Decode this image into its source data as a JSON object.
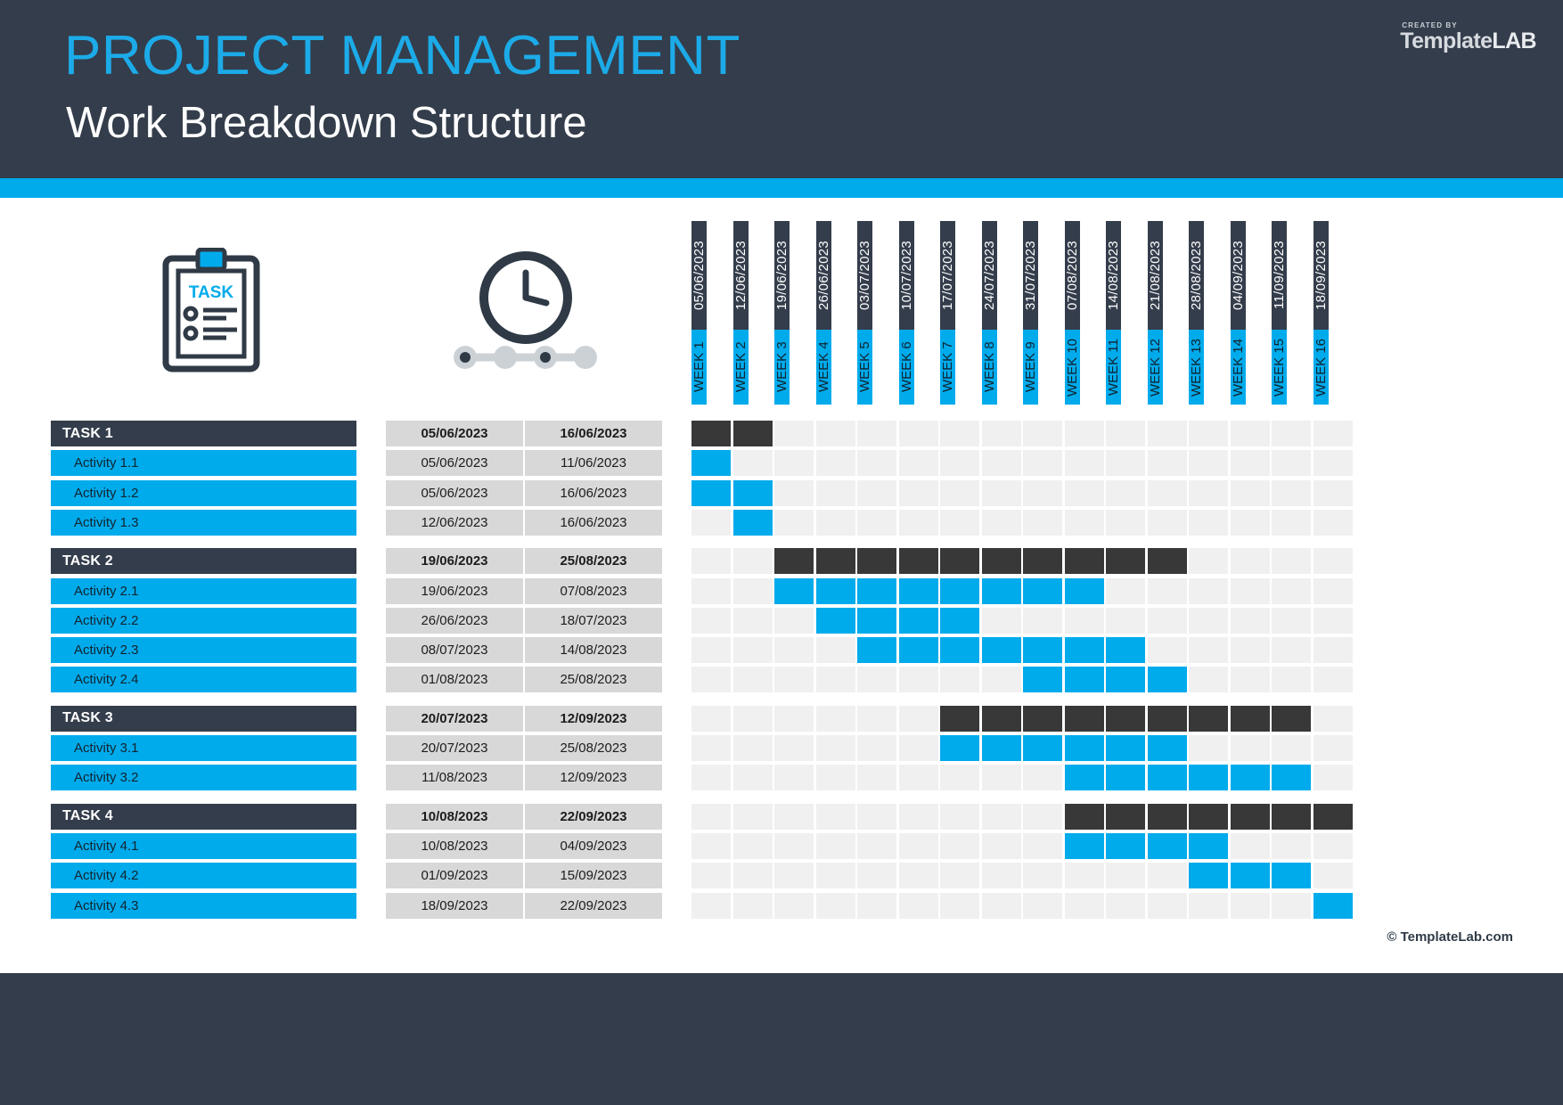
{
  "header": {
    "title": "PROJECT MANAGEMENT",
    "subtitle": "Work Breakdown Structure",
    "brand_created": "CREATED BY",
    "brand_name": "Template",
    "brand_name_accent": "LAB",
    "accent_color": "#00abec",
    "bg_color": "#343d4b"
  },
  "illustrations": {
    "clipboard_label": "TASK",
    "clipboard_icon": "clipboard-task-icon",
    "clock_icon": "clock-timeline-icon"
  },
  "calendar": {
    "dates": [
      "05/06/2023",
      "12/06/2023",
      "19/06/2023",
      "26/06/2023",
      "03/07/2023",
      "10/07/2023",
      "17/07/2023",
      "24/07/2023",
      "31/07/2023",
      "07/08/2023",
      "14/08/2023",
      "21/08/2023",
      "28/08/2023",
      "04/09/2023",
      "11/09/2023",
      "18/09/2023"
    ],
    "weeks": [
      "WEEK 1",
      "WEEK 2",
      "WEEK 3",
      "WEEK 4",
      "WEEK 5",
      "WEEK 6",
      "WEEK 7",
      "WEEK 8",
      "WEEK 9",
      "WEEK 10",
      "WEEK 11",
      "WEEK 12",
      "WEEK 13",
      "WEEK 14",
      "WEEK 15",
      "WEEK 16"
    ]
  },
  "rows": [
    {
      "type": "task",
      "label": "TASK 1",
      "start": "05/06/2023",
      "end": "16/06/2023",
      "bar_start": 1,
      "bar_end": 2
    },
    {
      "type": "activity",
      "label": "Activity 1.1",
      "start": "05/06/2023",
      "end": "11/06/2023",
      "bar_start": 1,
      "bar_end": 1
    },
    {
      "type": "activity",
      "label": "Activity 1.2",
      "start": "05/06/2023",
      "end": "16/06/2023",
      "bar_start": 1,
      "bar_end": 2
    },
    {
      "type": "activity",
      "label": "Activity 1.3",
      "start": "12/06/2023",
      "end": "16/06/2023",
      "bar_start": 2,
      "bar_end": 2
    },
    {
      "type": "gap"
    },
    {
      "type": "task",
      "label": "TASK 2",
      "start": "19/06/2023",
      "end": "25/08/2023",
      "bar_start": 3,
      "bar_end": 12
    },
    {
      "type": "activity",
      "label": "Activity 2.1",
      "start": "19/06/2023",
      "end": "07/08/2023",
      "bar_start": 3,
      "bar_end": 10
    },
    {
      "type": "activity",
      "label": "Activity 2.2",
      "start": "26/06/2023",
      "end": "18/07/2023",
      "bar_start": 4,
      "bar_end": 7
    },
    {
      "type": "activity",
      "label": "Activity 2.3",
      "start": "08/07/2023",
      "end": "14/08/2023",
      "bar_start": 5,
      "bar_end": 11
    },
    {
      "type": "activity",
      "label": "Activity 2.4",
      "start": "01/08/2023",
      "end": "25/08/2023",
      "bar_start": 9,
      "bar_end": 12
    },
    {
      "type": "gap"
    },
    {
      "type": "task",
      "label": "TASK 3",
      "start": "20/07/2023",
      "end": "12/09/2023",
      "bar_start": 7,
      "bar_end": 15
    },
    {
      "type": "activity",
      "label": "Activity 3.1",
      "start": "20/07/2023",
      "end": "25/08/2023",
      "bar_start": 7,
      "bar_end": 12
    },
    {
      "type": "activity",
      "label": "Activity 3.2",
      "start": "11/08/2023",
      "end": "12/09/2023",
      "bar_start": 10,
      "bar_end": 15
    },
    {
      "type": "gap"
    },
    {
      "type": "task",
      "label": "TASK 4",
      "start": "10/08/2023",
      "end": "22/09/2023",
      "bar_start": 10,
      "bar_end": 16
    },
    {
      "type": "activity",
      "label": "Activity 4.1",
      "start": "10/08/2023",
      "end": "04/09/2023",
      "bar_start": 10,
      "bar_end": 13
    },
    {
      "type": "activity",
      "label": "Activity 4.2",
      "start": "01/09/2023",
      "end": "15/09/2023",
      "bar_start": 13,
      "bar_end": 15
    },
    {
      "type": "activity",
      "label": "Activity 4.3",
      "start": "18/09/2023",
      "end": "22/09/2023",
      "bar_start": 16,
      "bar_end": 16
    }
  ],
  "footer": {
    "copyright": "© TemplateLab.com"
  },
  "colors": {
    "dark": "#343d4b",
    "bar_dark": "#383838",
    "blue": "#00abec",
    "grid_empty": "#f0f0f0",
    "date_cell": "#d8d8d8"
  }
}
